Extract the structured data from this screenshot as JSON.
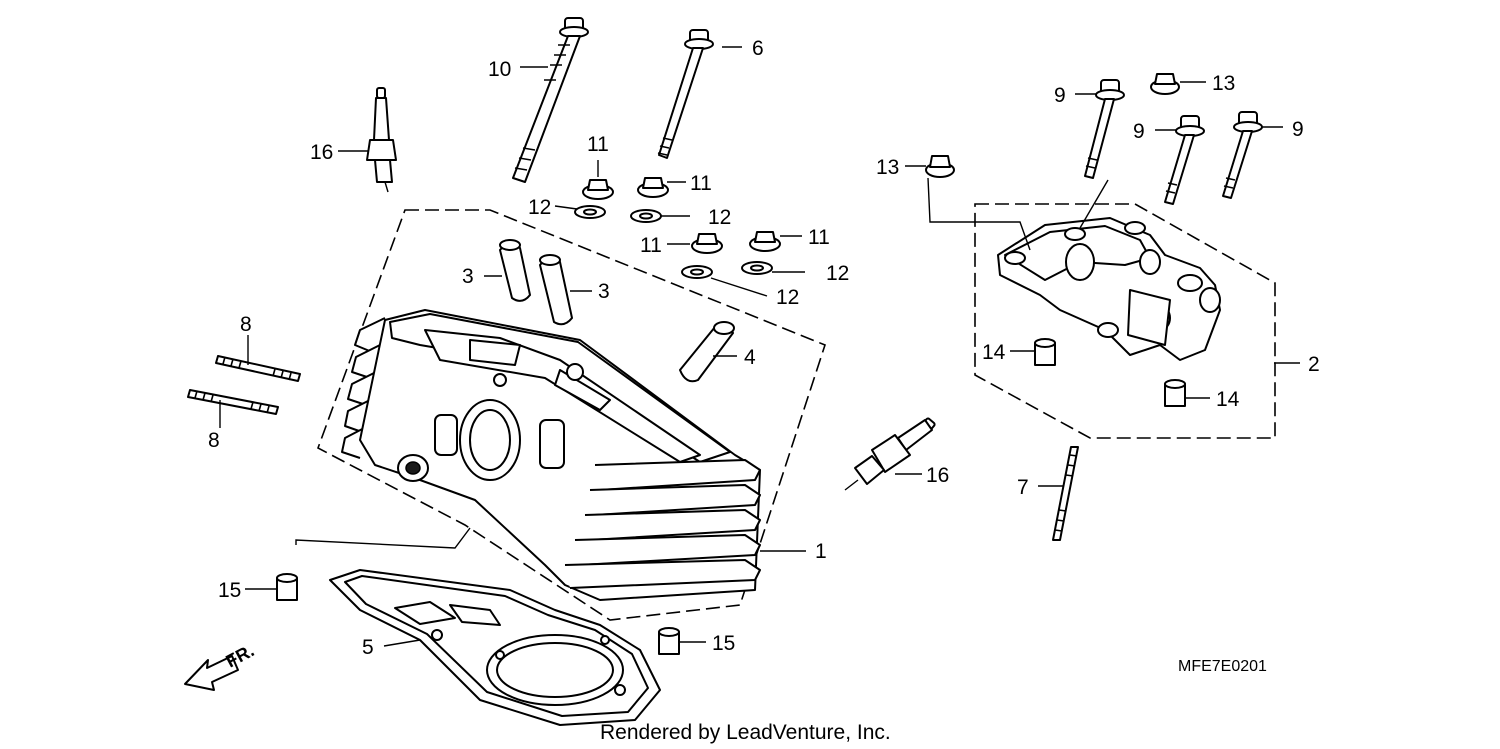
{
  "diagram": {
    "callouts": [
      {
        "id": "c1",
        "label": "1"
      },
      {
        "id": "c2",
        "label": "2"
      },
      {
        "id": "c3a",
        "label": "3"
      },
      {
        "id": "c3b",
        "label": "3"
      },
      {
        "id": "c4",
        "label": "4"
      },
      {
        "id": "c5",
        "label": "5"
      },
      {
        "id": "c6",
        "label": "6"
      },
      {
        "id": "c7",
        "label": "7"
      },
      {
        "id": "c8a",
        "label": "8"
      },
      {
        "id": "c8b",
        "label": "8"
      },
      {
        "id": "c9a",
        "label": "9"
      },
      {
        "id": "c9b",
        "label": "9"
      },
      {
        "id": "c9c",
        "label": "9"
      },
      {
        "id": "c10",
        "label": "10"
      },
      {
        "id": "c11a",
        "label": "11"
      },
      {
        "id": "c11b",
        "label": "11"
      },
      {
        "id": "c11c",
        "label": "11"
      },
      {
        "id": "c11d",
        "label": "11"
      },
      {
        "id": "c12a",
        "label": "12"
      },
      {
        "id": "c12b",
        "label": "12"
      },
      {
        "id": "c12c",
        "label": "12"
      },
      {
        "id": "c12d",
        "label": "12"
      },
      {
        "id": "c13a",
        "label": "13"
      },
      {
        "id": "c13b",
        "label": "13"
      },
      {
        "id": "c14a",
        "label": "14"
      },
      {
        "id": "c14b",
        "label": "14"
      },
      {
        "id": "c15a",
        "label": "15"
      },
      {
        "id": "c15b",
        "label": "15"
      },
      {
        "id": "c16a",
        "label": "16"
      },
      {
        "id": "c16b",
        "label": "16"
      }
    ],
    "direction_marker": "FR.",
    "diagram_code": "MFE7E0201",
    "credit": "Rendered by LeadVenture, Inc."
  }
}
